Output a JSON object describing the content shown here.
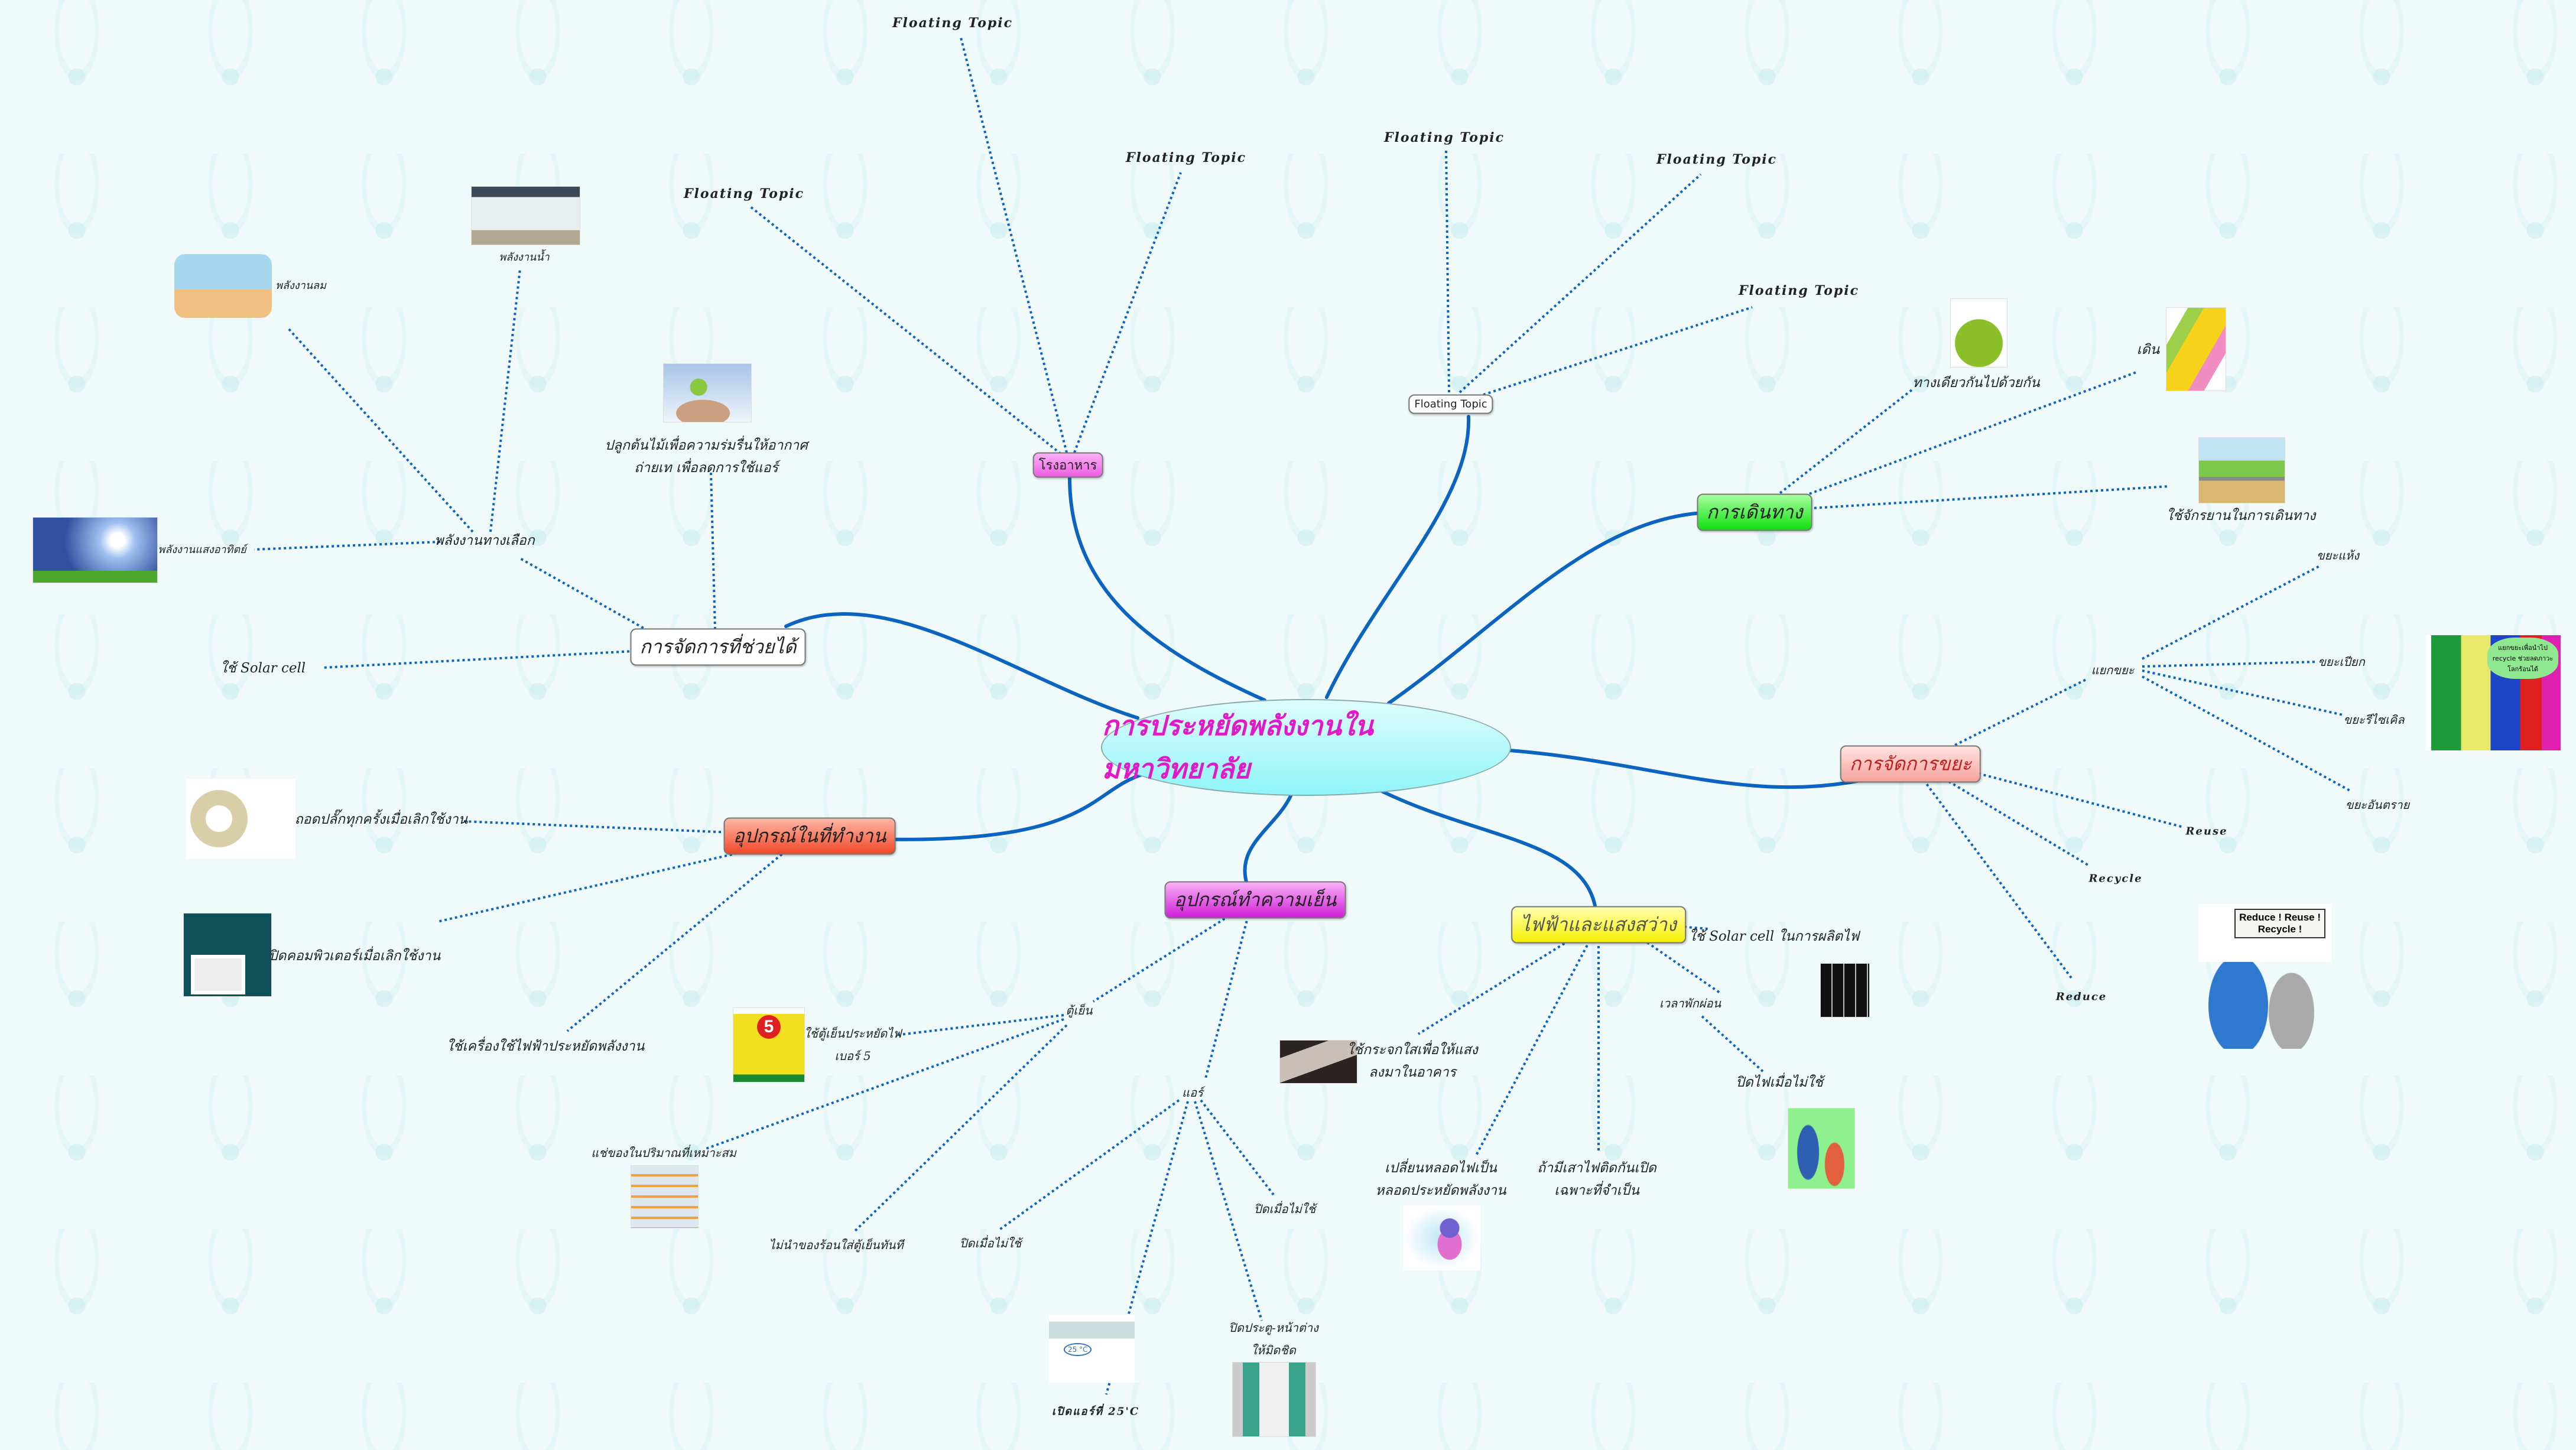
{
  "central": {
    "title": "การประหยัดพลังงานในมหาวิทยาลัย"
  },
  "branches": {
    "canteen": {
      "label": "โรงอาหาร",
      "children": [
        "Floating Topic",
        "Floating Topic",
        "Floating Topic"
      ]
    },
    "floating": {
      "label": "Floating Topic",
      "children": [
        "Floating Topic",
        "Floating Topic",
        "Floating Topic"
      ]
    },
    "travel": {
      "label": "การเดินทาง",
      "children": [
        "ทางเดียวกันไปด้วยกัน",
        "เดิน",
        "ใช้จักรยานในการเดินทาง"
      ]
    },
    "waste": {
      "label": "การจัดการขยะ",
      "sort": "แยกขยะ",
      "sort_children": [
        "ขยะแห้ง",
        "ขยะเปียก",
        "ขยะรีไซเคิล",
        "ขยะอันตราย"
      ],
      "children": [
        "Reuse",
        "Recycle",
        "Reduce"
      ],
      "bin_bubble": "แยกขยะเพื่อนำไป recycle ช่วยลดภาวะโลกร้อนได้",
      "sign": [
        "Reduce !  Reuse !",
        "Recycle !"
      ]
    },
    "lighting": {
      "label": "ไฟฟ้าและแสงสว่าง",
      "children": {
        "solar": "ใช้ Solar cell ในการผลิตไฟ",
        "rest": "เวลาพักผ่อน",
        "off": "ปิดไฟเมื่อไม่ใช้",
        "pole": [
          "ถ้ามีเสาไฟติดกันเปิด",
          "เฉพาะที่จำเป็น"
        ],
        "bulb": [
          "เปลี่ยนหลอดไฟเป็น",
          "หลอดประหยัดพลังงาน"
        ],
        "glass": [
          "ใช้กระจกใสเพื่อให้แสง",
          "ลงมาในอาคาร"
        ]
      }
    },
    "cooling": {
      "label": "อุปกรณ์ทำความเย็น",
      "fridge": {
        "label": "ตู้เย็น",
        "children": {
          "label5": [
            "ใช้ตู้เย็นประหยัดไฟ",
            "เบอร์ 5"
          ],
          "amount": "แช่ของในปริมาณที่เหมาะสม",
          "hot": "ไม่นำของร้อนใส่ตู้เย็นทันที"
        },
        "label_number": "5"
      },
      "aircon": {
        "label": "แอร์",
        "children": {
          "off1": "ปิดเมื่อไม่ใช้",
          "off2": "ปิดเมื่อไม่ใช้",
          "door": [
            "ปิดประตู-หน้าต่าง",
            "ให้มิดชิด"
          ],
          "temp": "เปิดแอร์ที่ 25'C"
        },
        "bubble": "25 °C"
      }
    },
    "office": {
      "label": "อุปกรณ์ในที่ทำงาน",
      "children": [
        "ถอดปลั๊กทุกครั้งเมื่อเลิกใช้งาน",
        "ปิดคอมพิวเตอร์เมื่อเลิกใช้งาน",
        "ใช้เครื่องใช้ไฟฟ้าประหยัดพลังงาน"
      ]
    },
    "manage": {
      "label": "การจัดการที่ช่วยได้",
      "alt": "พลังงานทางเลือก",
      "alt_children": [
        "พลังงานลม",
        "พลังงานน้ำ",
        "พลังงานแสงอาทิตย์"
      ],
      "solar": "ใช้ Solar cell",
      "tree": [
        "ปลูกต้นไม้เพื่อความร่มรื่นให้อากาศ",
        "ถ่ายเท เพื่อลดการใช้แอร์"
      ]
    }
  },
  "colors": {
    "line": "#0a64c0",
    "title": "#e01ac8"
  }
}
